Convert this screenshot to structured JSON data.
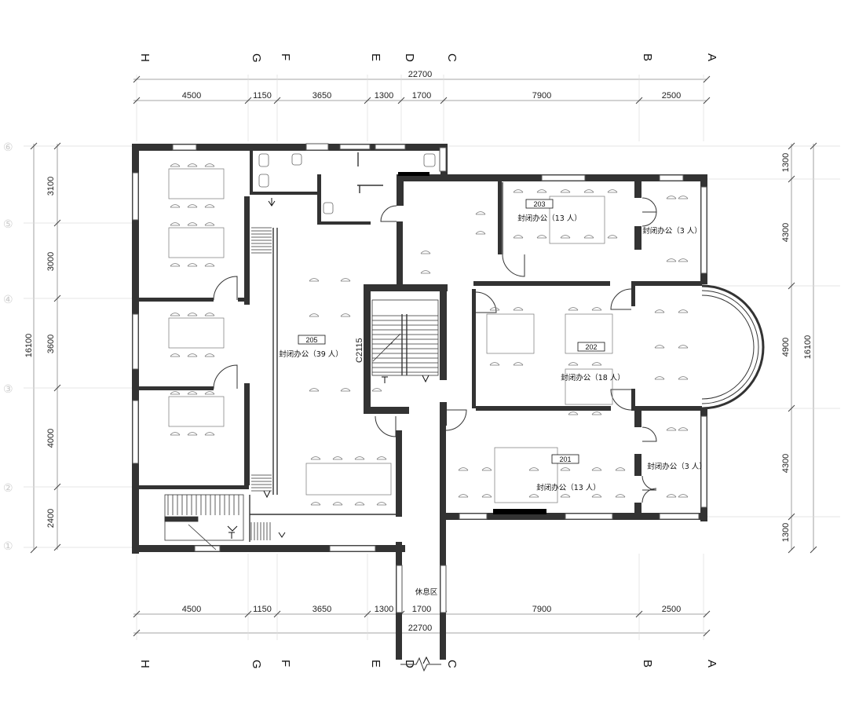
{
  "axes_letters": [
    "H",
    "G",
    "F",
    "E",
    "D",
    "C",
    "B",
    "A"
  ],
  "axes_faint_left": [
    "⑥",
    "⑤",
    "④",
    "③",
    "②",
    "①"
  ],
  "dims_top": {
    "total": "22700",
    "segments": [
      "4500",
      "1150",
      "3650",
      "1300",
      "1700",
      "7900",
      "2500"
    ]
  },
  "dims_bottom": {
    "total": "22700",
    "segments": [
      "4500",
      "1150",
      "3650",
      "1300",
      "1700",
      "7900",
      "2500"
    ]
  },
  "dims_left": {
    "total": "16100",
    "segments": [
      "3100",
      "3000",
      "3600",
      "4000",
      "2400"
    ]
  },
  "dims_right": {
    "total": "16100",
    "segments": [
      "1300",
      "4300",
      "4900",
      "4300",
      "1300"
    ]
  },
  "rooms": {
    "r205": {
      "number": "205",
      "label": "封闭办公（39 人）"
    },
    "r203": {
      "number": "203",
      "label": "封闭办公（13 人）"
    },
    "r203b": {
      "label": "封闭办公（3 人）"
    },
    "r202": {
      "number": "202",
      "label": "封闭办公（18 人）"
    },
    "r201": {
      "number": "201",
      "label": "封闭办公（13 人）"
    },
    "r201b": {
      "label": "封闭办公（3 人）"
    },
    "rest": {
      "label": "休息区"
    }
  },
  "window_tag": "C2115"
}
